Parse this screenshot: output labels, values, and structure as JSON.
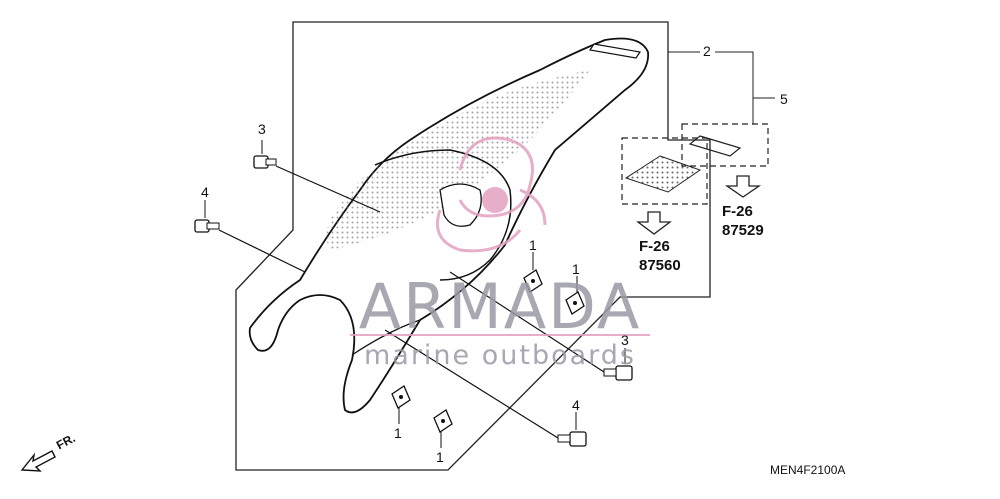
{
  "callouts": {
    "part_1_a": "1",
    "part_1_b": "1",
    "part_1_c": "1",
    "part_1_d": "1",
    "part_2": "2",
    "part_3_a": "3",
    "part_3_b": "3",
    "part_4_a": "4",
    "part_4_b": "4",
    "part_5": "5"
  },
  "references": {
    "ref_a_section": "F-26",
    "ref_a_part": "87560",
    "ref_b_section": "F-26",
    "ref_b_part": "87529"
  },
  "direction_label": "FR.",
  "diagram_code": "MEN4F2100A",
  "watermark": {
    "title": "ARMADA",
    "subtitle": "marine outboards",
    "logo_color": "#e3a0c0"
  }
}
